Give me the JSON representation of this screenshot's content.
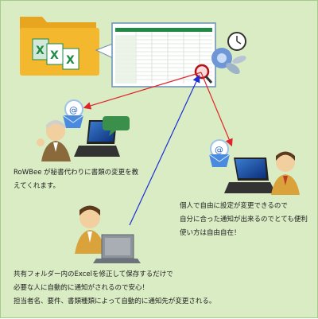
{
  "captions": {
    "rowbee": [
      "RoWBee が秘書代わりに書類の変更を教",
      "えてくれます。"
    ],
    "personal": [
      "個人で自由に設定が変更できるので",
      "自分に合った通知が出来るのでとても便利",
      "使い方は自由自在！"
    ],
    "shared": [
      "共有フォルダー内のExcelを修正して保存するだけで",
      "必要な人に自動的に通知がされるので安心！",
      "担当者名、要件、書類種類によって自動的に通知先が変更される。"
    ]
  },
  "colors": {
    "background": "#d9ecc4",
    "arrow_red": "#e0242c",
    "arrow_blue": "#1c2fd6",
    "folder": "#f4b82e",
    "excel_green": "#1e8a44"
  },
  "icons": [
    "folder-icon",
    "excel-file-icon",
    "spreadsheet-icon",
    "clock-icon",
    "magnifier-icon",
    "gear-icon",
    "mail-icon",
    "laptop-icon",
    "speech-bubble-icon",
    "person-icon"
  ]
}
